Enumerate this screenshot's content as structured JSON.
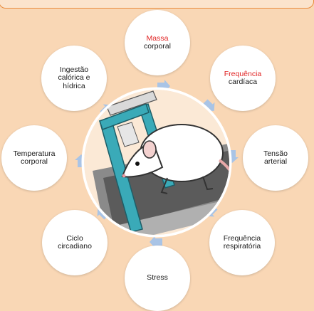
{
  "nodes": {
    "massa": {
      "highlight": "Massa",
      "rest": "corporal"
    },
    "frequencia_cardiaca": {
      "highlight": "Frequência",
      "rest": "cardíaca"
    },
    "tensao": {
      "line1": "Tensão",
      "line2": "arterial"
    },
    "frequencia_respiratoria": {
      "line1": "Frequência",
      "line2": "respiratória"
    },
    "stress": {
      "line1": "Stress"
    },
    "ciclo": {
      "line1": "Ciclo",
      "line2": "circadiano"
    },
    "temperatura": {
      "line1": "Temperatura",
      "line2": "corporal"
    },
    "ingestao": {
      "line1": "Ingestão",
      "line2": "calórica e",
      "line3": "hídrica"
    }
  },
  "colors": {
    "background": "#f9d7b5",
    "highlight_text": "#e02424",
    "arrow": "#a9c4e6",
    "treadmill_frame": "#3aaab8"
  },
  "center_image": "rat-on-treadmill"
}
